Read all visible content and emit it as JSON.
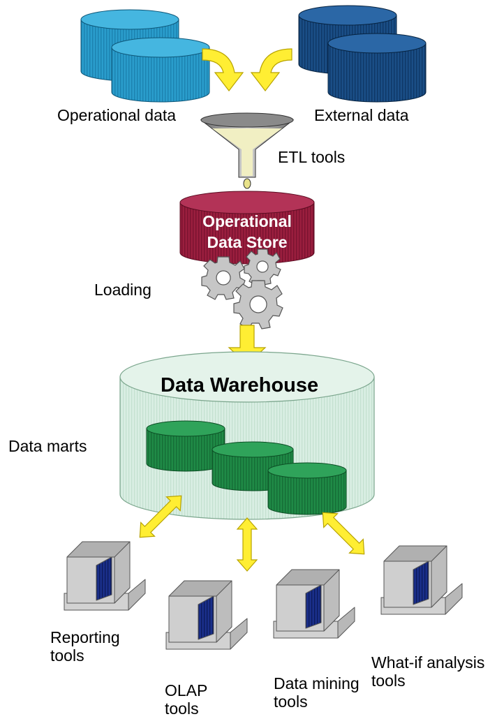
{
  "labels": {
    "operational_data": "Operational data",
    "external_data": "External data",
    "etl_tools": "ETL tools",
    "ods_line1": "Operational",
    "ods_line2": "Data Store",
    "loading": "Loading",
    "data_warehouse": "Data Warehouse",
    "data_marts": "Data marts",
    "reporting_tools": "Reporting tools",
    "olap_tools": "OLAP tools",
    "data_mining_tools": "Data mining tools",
    "whatif_tools": "What-if analysis tools"
  },
  "colors": {
    "operational_db": "#2a9dcc",
    "external_db": "#1a4e86",
    "ods_db": "#9a1e3e",
    "warehouse": "#d6ece0",
    "data_mart": "#1f8a46",
    "arrow": "#ffee33",
    "funnel": "#9a9a9a",
    "gear": "#c6c6c6",
    "computer": "#c8c8c8",
    "screen": "#1a2f8a"
  }
}
